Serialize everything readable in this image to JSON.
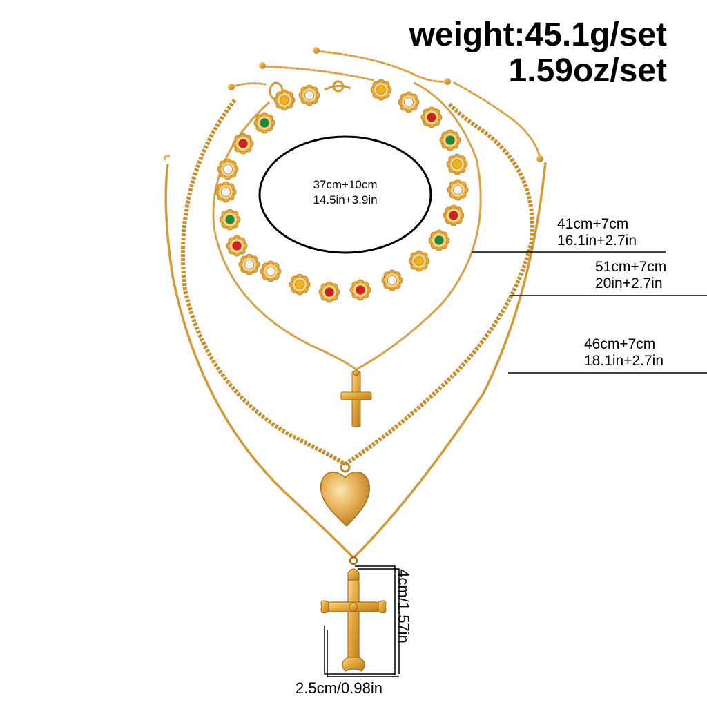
{
  "weight": {
    "grams": "weight:45.1g/set",
    "ounces": "1.59oz/set"
  },
  "necklaces": [
    {
      "name": "choker",
      "length_metric": "37cm+10cm",
      "length_imperial": "14.5in+3.9in"
    },
    {
      "name": "cross-necklace",
      "length_metric": "41cm+7cm",
      "length_imperial": "16.1in+2.7in"
    },
    {
      "name": "heart-necklace",
      "length_metric": "51cm+7cm",
      "length_imperial": "20in+2.7in"
    },
    {
      "name": "large-cross-necklace",
      "length_metric": "46cm+7cm",
      "length_imperial": "18.1in+2.7in"
    }
  ],
  "pendant_size": {
    "width": "2.5cm/0.98in",
    "height": "4cm/1.57in"
  },
  "colors": {
    "gold": "#e3a83a",
    "gold_dark": "#b9781c",
    "gold_light": "#f6d58a",
    "stone_red": "#d21f23",
    "stone_green": "#1e8a3b",
    "stone_yellow": "#f2b21b",
    "stone_clear": "#f3f1ea"
  }
}
